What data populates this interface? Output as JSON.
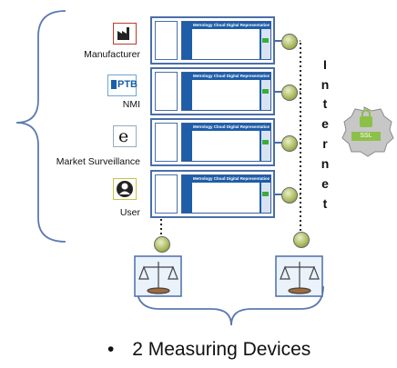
{
  "actors": [
    {
      "label": "Manufacturer",
      "icon": "factory-icon"
    },
    {
      "label": "NMI",
      "icon": "ptb-logo",
      "logo_text": "PTB"
    },
    {
      "label": "Market Surveillance",
      "icon": "euro-sign-icon"
    },
    {
      "label": "User",
      "icon": "user-icon"
    }
  ],
  "screen_title": "Metrology Cloud Digital Representation",
  "internet_letters": [
    "I",
    "n",
    "t",
    "e",
    "r",
    "n",
    "e",
    "t"
  ],
  "ssl_badge": "SSL",
  "bottom_text": "2 Measuring Devices",
  "bullet": "•",
  "colors": {
    "frame": "#4a6ea9",
    "screen": "#1e5da8",
    "brace": "#5b7ab0"
  }
}
